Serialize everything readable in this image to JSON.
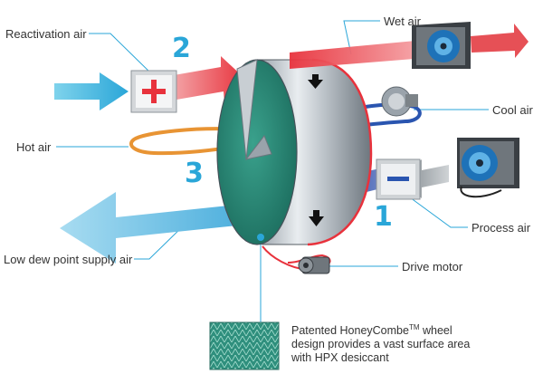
{
  "labels": {
    "reactivation_air": "Reactivation air",
    "wet_air": "Wet air",
    "cool_air": "Cool air",
    "hot_air": "Hot air",
    "process_air": "Process air",
    "low_dew_point_supply_air": "Low dew point supply air",
    "drive_motor": "Drive motor"
  },
  "steps": {
    "one": "1",
    "two": "2",
    "three": "3"
  },
  "caption": {
    "line1_pre": "Patented HoneyCombe",
    "trademark": "TM",
    "line1_post": " wheel",
    "rest": "design provides a vast surface area with HPX desiccant"
  },
  "colors": {
    "accent_blue": "#2aa6d8",
    "hot_red": "#e8323c",
    "cool_blue": "#2a55b0",
    "supply_blue": "#5ab8e2",
    "desiccant_green": "#2f8f7d",
    "heater_orange": "#e89434"
  }
}
